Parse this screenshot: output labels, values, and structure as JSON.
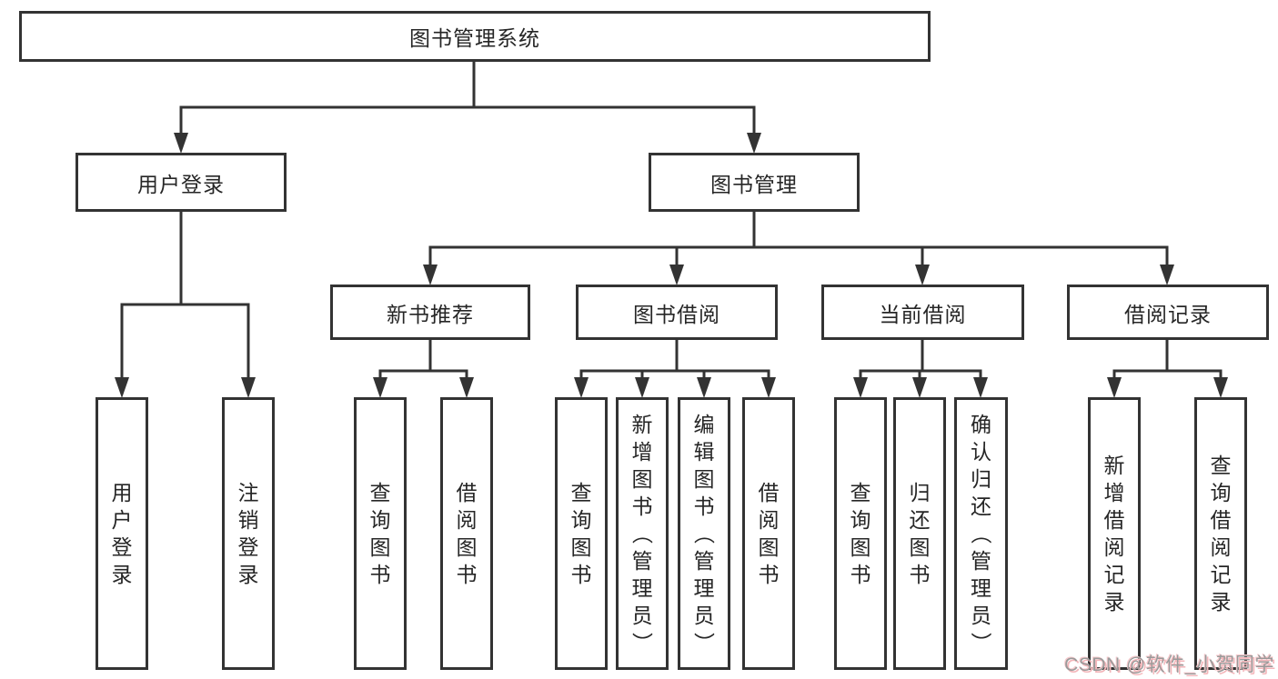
{
  "diagram": {
    "nodes": {
      "root": {
        "label": "图书管理系统"
      },
      "userLogin": {
        "label": "用户登录"
      },
      "bookMgmt": {
        "label": "图书管理"
      },
      "newBooks": {
        "label": "新书推荐"
      },
      "bookBorrow": {
        "label": "图书借阅"
      },
      "currentBorrow": {
        "label": "当前借阅"
      },
      "borrowRecords": {
        "label": "借阅记录"
      },
      "leafUserLogin": {
        "label": "用户登录"
      },
      "leafLogout": {
        "label": "注销登录"
      },
      "leafQueryBooks1": {
        "label": "查询图书"
      },
      "leafBorrowBooks1": {
        "label": "借阅图书"
      },
      "leafQueryBooks2": {
        "label": "查询图书"
      },
      "leafAddBook": {
        "label": "新增图书（管理员）"
      },
      "leafEditBook": {
        "label": "编辑图书（管理员）"
      },
      "leafBorrowBooks2": {
        "label": "借阅图书"
      },
      "leafQueryBooks3": {
        "label": "查询图书"
      },
      "leafReturnBook": {
        "label": "归还图书"
      },
      "leafConfirmReturn": {
        "label": "确认归还（管理员）"
      },
      "leafAddRecord": {
        "label": "新增借阅记录"
      },
      "leafQueryRecord": {
        "label": "查询借阅记录"
      }
    }
  },
  "watermark": {
    "text": "CSDN @软件_小贺同学"
  },
  "colors": {
    "line": "#333333",
    "text": "#262626",
    "background": "#ffffff",
    "watermark_text": "#9a9a9a",
    "watermark_glow": "#f3b6ba"
  }
}
